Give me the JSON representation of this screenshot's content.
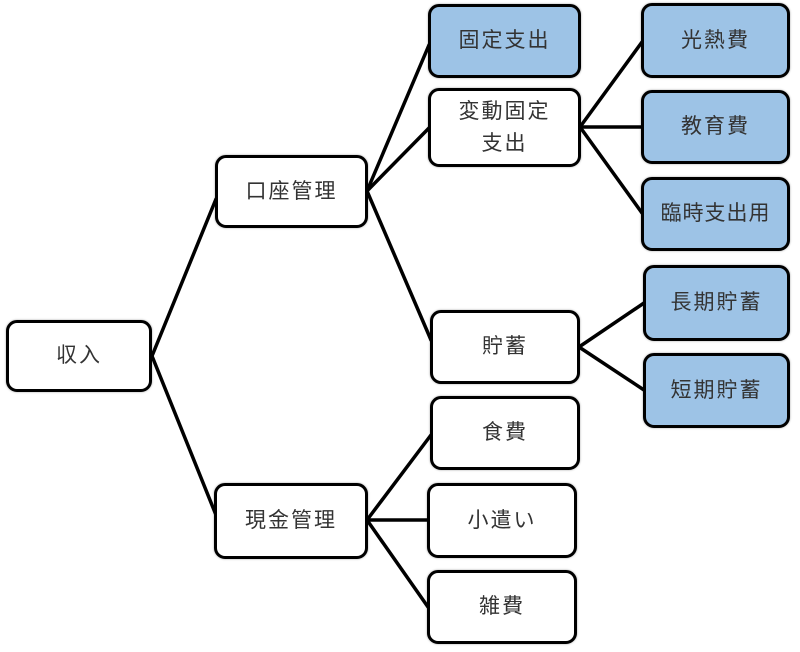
{
  "diagram": {
    "title": "household-budget-category-tree",
    "nodes": {
      "income": {
        "label": "収入",
        "fill": "white"
      },
      "account_mgmt": {
        "label": "口座管理",
        "fill": "white"
      },
      "cash_mgmt": {
        "label": "現金管理",
        "fill": "white"
      },
      "fixed_expense": {
        "label": "固定支出",
        "fill": "blue"
      },
      "variable_fixed_expense": {
        "label": "変動固定\n支出",
        "fill": "white"
      },
      "savings": {
        "label": "貯蓄",
        "fill": "white"
      },
      "food": {
        "label": "食費",
        "fill": "white"
      },
      "pocket_money": {
        "label": "小遣い",
        "fill": "white"
      },
      "misc": {
        "label": "雑費",
        "fill": "white"
      },
      "utilities": {
        "label": "光熱費",
        "fill": "blue"
      },
      "education": {
        "label": "教育費",
        "fill": "blue"
      },
      "temporary_expense": {
        "label": "臨時支出用",
        "fill": "blue"
      },
      "long_term_savings": {
        "label": "長期貯蓄",
        "fill": "blue"
      },
      "short_term_savings": {
        "label": "短期貯蓄",
        "fill": "blue"
      }
    },
    "edges": [
      {
        "from": "income",
        "to": "account_mgmt"
      },
      {
        "from": "income",
        "to": "cash_mgmt"
      },
      {
        "from": "account_mgmt",
        "to": "fixed_expense"
      },
      {
        "from": "account_mgmt",
        "to": "variable_fixed_expense"
      },
      {
        "from": "account_mgmt",
        "to": "savings"
      },
      {
        "from": "variable_fixed_expense",
        "to": "utilities"
      },
      {
        "from": "variable_fixed_expense",
        "to": "education"
      },
      {
        "from": "variable_fixed_expense",
        "to": "temporary_expense"
      },
      {
        "from": "savings",
        "to": "long_term_savings"
      },
      {
        "from": "savings",
        "to": "short_term_savings"
      },
      {
        "from": "cash_mgmt",
        "to": "food"
      },
      {
        "from": "cash_mgmt",
        "to": "pocket_money"
      },
      {
        "from": "cash_mgmt",
        "to": "misc"
      }
    ],
    "colors": {
      "node_fill_blue": "#9DC3E6",
      "node_fill_white": "#FFFFFF",
      "node_border": "#000000",
      "connector_line": "#000000",
      "text": "#333333",
      "background": "#FFFFFF"
    }
  }
}
